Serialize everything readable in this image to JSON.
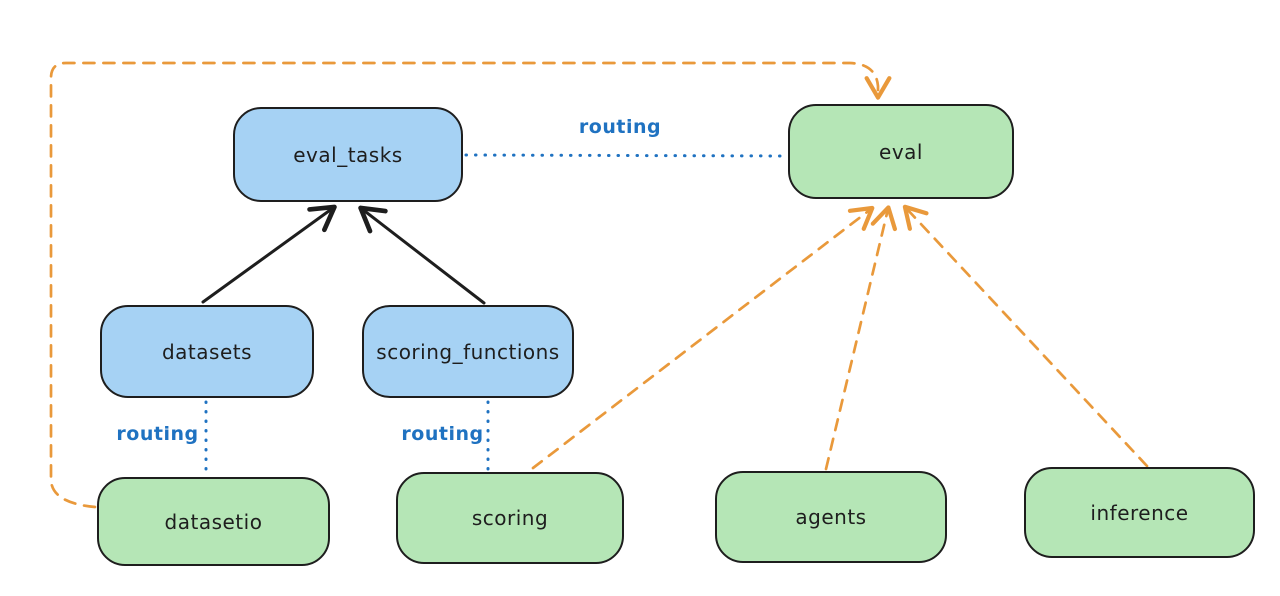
{
  "diagram": {
    "style": "hand-drawn architecture diagram",
    "colors": {
      "node_blue_fill": "#a6d2f4",
      "node_green_fill": "#b5e6b6",
      "node_border": "#1e1e1e",
      "solid_arrow": "#1e1e1e",
      "routing_blue": "#1f72c1",
      "dashed_orange": "#e9993b",
      "background": "#ffffff"
    }
  },
  "nodes": [
    {
      "id": "eval_tasks",
      "label": "eval_tasks",
      "color": "blue"
    },
    {
      "id": "eval",
      "label": "eval",
      "color": "green"
    },
    {
      "id": "datasets",
      "label": "datasets",
      "color": "blue"
    },
    {
      "id": "scoring_functions",
      "label": "scoring_functions",
      "color": "blue"
    },
    {
      "id": "datasetio",
      "label": "datasetio",
      "color": "green"
    },
    {
      "id": "scoring",
      "label": "scoring",
      "color": "green"
    },
    {
      "id": "agents",
      "label": "agents",
      "color": "green"
    },
    {
      "id": "inference",
      "label": "inference",
      "color": "green"
    }
  ],
  "edges": [
    {
      "from": "datasets",
      "to": "eval_tasks",
      "style": "solid-black-arrow",
      "label": ""
    },
    {
      "from": "scoring_functions",
      "to": "eval_tasks",
      "style": "solid-black-arrow",
      "label": ""
    },
    {
      "from": "eval_tasks",
      "to": "eval",
      "style": "dotted-blue",
      "label": "routing"
    },
    {
      "from": "datasets",
      "to": "datasetio",
      "style": "dotted-blue",
      "label": "routing"
    },
    {
      "from": "scoring_functions",
      "to": "scoring",
      "style": "dotted-blue",
      "label": "routing"
    },
    {
      "from": "datasetio",
      "to": "eval",
      "style": "dashed-orange-arrow",
      "label": ""
    },
    {
      "from": "scoring",
      "to": "eval",
      "style": "dashed-orange-arrow",
      "label": ""
    },
    {
      "from": "agents",
      "to": "eval",
      "style": "dashed-orange-arrow",
      "label": ""
    },
    {
      "from": "inference",
      "to": "eval",
      "style": "dashed-orange-arrow",
      "label": ""
    }
  ]
}
